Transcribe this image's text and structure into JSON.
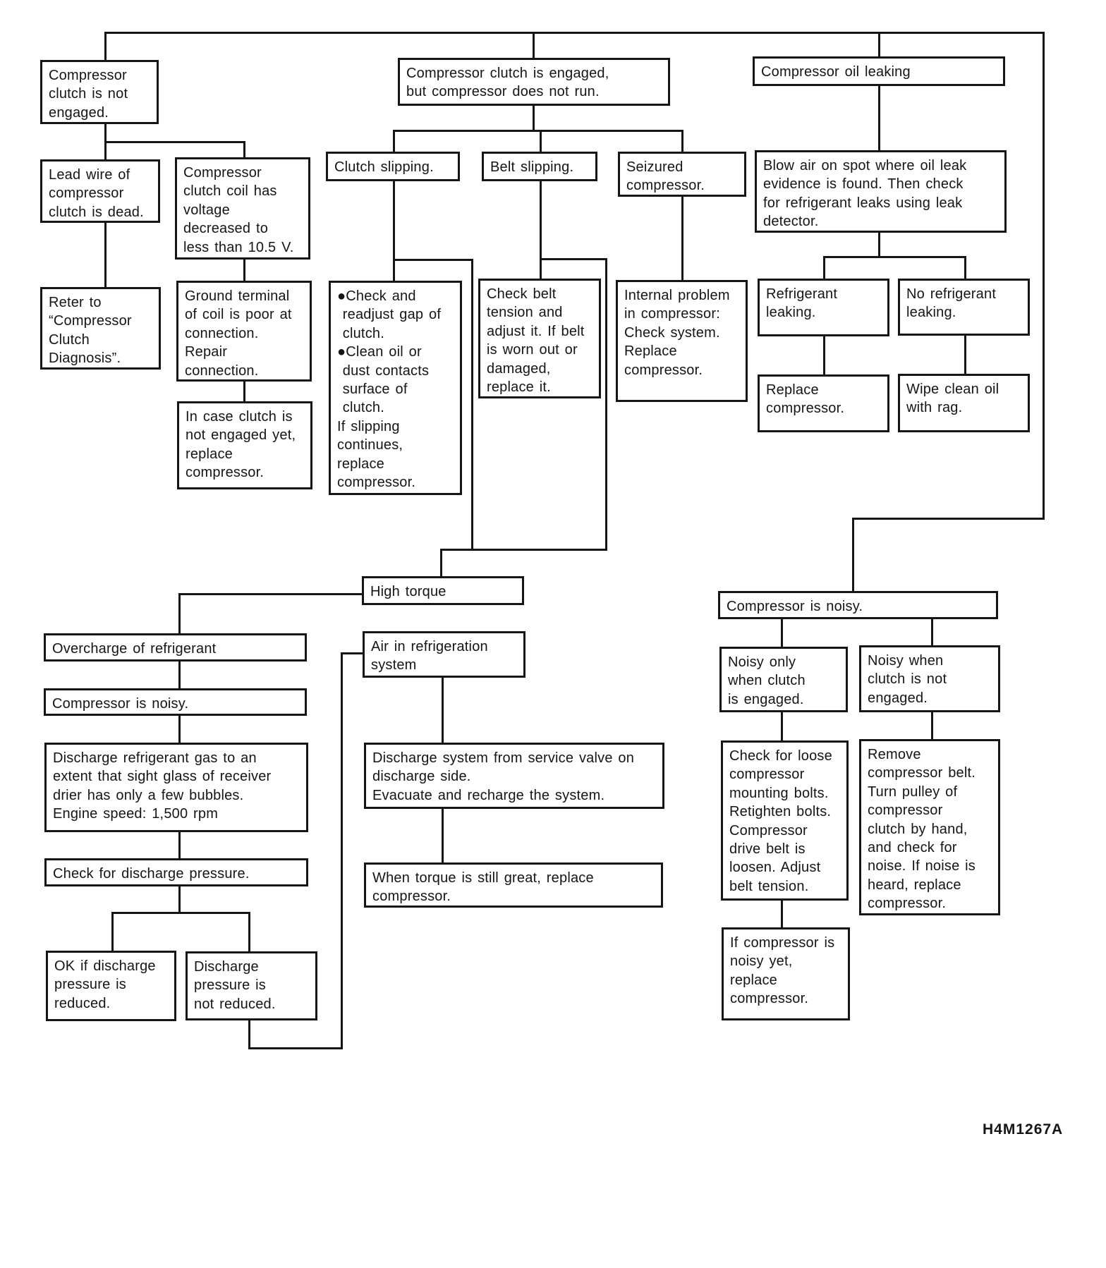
{
  "figure_label": "H4M1267A",
  "nodes": {
    "n1": {
      "text": "Compressor\nclutch is not\nengaged."
    },
    "n2": {
      "text": "Compressor clutch is engaged,\nbut compressor does not run."
    },
    "n3": {
      "text": "Compressor oil leaking"
    },
    "n4": {
      "text": "Lead wire of\ncompressor\nclutch is dead."
    },
    "n5": {
      "text": "Compressor\nclutch coil has\nvoltage\ndecreased to\nless than 10.5 V."
    },
    "n6": {
      "text": "Clutch slipping."
    },
    "n7": {
      "text": "Belt slipping."
    },
    "n8": {
      "text": "Seizured\ncompressor."
    },
    "n9": {
      "text": "Blow air on spot where oil leak\nevidence is found. Then check\nfor refrigerant leaks using leak\ndetector."
    },
    "n10": {
      "text": "Reter to\n“Compressor\nClutch\nDiagnosis”."
    },
    "n11": {
      "text": "Ground terminal\nof coil is poor at\nconnection.\nRepair\nconnection."
    },
    "n12": {
      "text": "In case clutch is\nnot engaged yet,\nreplace\ncompressor."
    },
    "n13": {
      "text": "●Check and\n readjust gap of\n clutch.\n●Clean oil or\n dust contacts\n surface of\n clutch.\nIf slipping\ncontinues,\nreplace\ncompressor."
    },
    "n14": {
      "text": "Check belt\ntension and\nadjust it. If belt\nis worn out or\ndamaged,\nreplace it."
    },
    "n15": {
      "text": "Internal problem\nin compressor:\nCheck system.\nReplace\ncompressor."
    },
    "n16": {
      "text": "Refrigerant\nleaking."
    },
    "n17": {
      "text": "No refrigerant\nleaking."
    },
    "n18": {
      "text": "Replace\ncompressor."
    },
    "n19": {
      "text": "Wipe clean oil\nwith rag."
    },
    "n20": {
      "text": "High torque"
    },
    "n21": {
      "text": "Air in refrigeration\nsystem"
    },
    "n22": {
      "text": "Overcharge of refrigerant"
    },
    "n23": {
      "text": "Compressor is noisy."
    },
    "n24": {
      "text": "Discharge refrigerant gas to an\nextent that sight glass of receiver\ndrier has only a few bubbles.\nEngine speed: 1,500 rpm"
    },
    "n25": {
      "text": "Check for discharge pressure."
    },
    "n26": {
      "text": "OK if discharge\npressure is\nreduced."
    },
    "n27": {
      "text": "Discharge\npressure is\nnot reduced."
    },
    "n28": {
      "text": "Discharge system from service valve on\ndischarge side.\nEvacuate and recharge the system."
    },
    "n29": {
      "text": "When torque is still great, replace\ncompressor."
    },
    "n30": {
      "text": "Compressor is noisy."
    },
    "n31": {
      "text": "Noisy only\nwhen clutch\nis engaged."
    },
    "n32": {
      "text": "Noisy when\nclutch is not\nengaged."
    },
    "n33": {
      "text": "Check for loose\ncompressor\nmounting bolts.\nRetighten bolts.\nCompressor\ndrive belt is\nloosen. Adjust\nbelt tension."
    },
    "n34": {
      "text": "Remove\ncompressor belt.\nTurn pulley of\ncompressor\nclutch by hand,\nand check for\nnoise. If noise is\nheard, replace\ncompressor."
    },
    "n35": {
      "text": "If compressor is\nnoisy yet,\nreplace\ncompressor."
    }
  },
  "edges": [
    [
      "top",
      "n1"
    ],
    [
      "top",
      "n2"
    ],
    [
      "top",
      "n3"
    ],
    [
      "top",
      "n30"
    ],
    [
      "n1",
      "n4"
    ],
    [
      "n1",
      "n5"
    ],
    [
      "n4",
      "n10"
    ],
    [
      "n5",
      "n11"
    ],
    [
      "n11",
      "n12"
    ],
    [
      "n2",
      "n6"
    ],
    [
      "n2",
      "n7"
    ],
    [
      "n2",
      "n8"
    ],
    [
      "n6",
      "n13"
    ],
    [
      "n7",
      "n14"
    ],
    [
      "n8",
      "n15"
    ],
    [
      "n6",
      "n20"
    ],
    [
      "n7",
      "n20"
    ],
    [
      "n3",
      "n9"
    ],
    [
      "n9",
      "n16"
    ],
    [
      "n9",
      "n17"
    ],
    [
      "n16",
      "n18"
    ],
    [
      "n17",
      "n19"
    ],
    [
      "n20",
      "n22"
    ],
    [
      "n22",
      "n23"
    ],
    [
      "n23",
      "n24"
    ],
    [
      "n24",
      "n25"
    ],
    [
      "n25",
      "n26"
    ],
    [
      "n25",
      "n27"
    ],
    [
      "n27",
      "n21"
    ],
    [
      "n21",
      "n28"
    ],
    [
      "n28",
      "n29"
    ],
    [
      "n30",
      "n31"
    ],
    [
      "n30",
      "n32"
    ],
    [
      "n31",
      "n33"
    ],
    [
      "n32",
      "n34"
    ],
    [
      "n33",
      "n35"
    ]
  ]
}
